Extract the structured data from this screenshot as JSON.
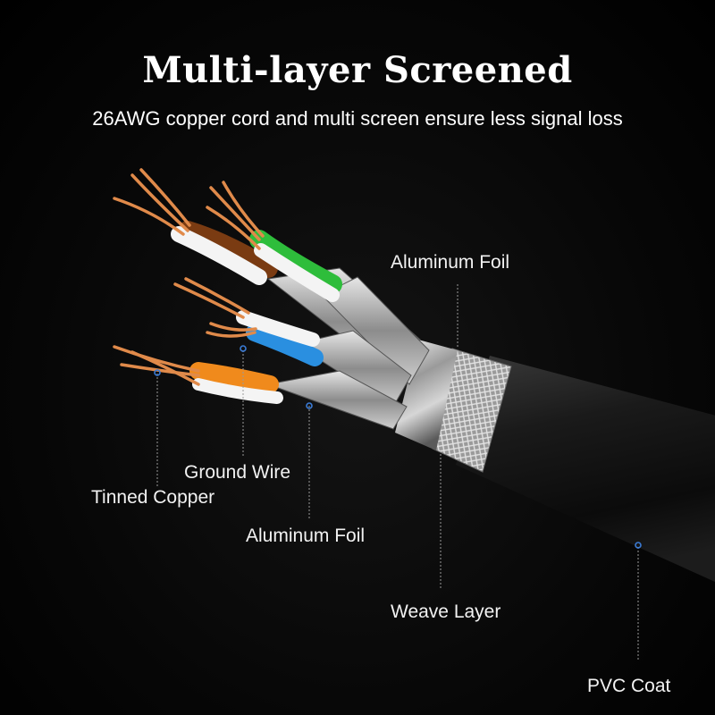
{
  "title": "Multi-layer Screened",
  "subtitle": "26AWG copper cord and multi screen ensure less signal loss",
  "labels": {
    "aluminum_foil_top": "Aluminum Foil",
    "ground_wire": "Ground Wire",
    "tinned_copper": "Tinned Copper",
    "aluminum_foil_bottom": "Aluminum Foil",
    "weave_layer": "Weave Layer",
    "pvc_coat": "PVC Coat"
  },
  "colors": {
    "background": "#000000",
    "copper": "#e08a4a",
    "wire_brown": "#7a3b12",
    "wire_green": "#2ebd3b",
    "wire_blue": "#2a8fe0",
    "wire_orange": "#f08a1c",
    "foil": "#c8c8c8",
    "jacket": "#141414",
    "leader_dot": "#3a7bd5"
  }
}
